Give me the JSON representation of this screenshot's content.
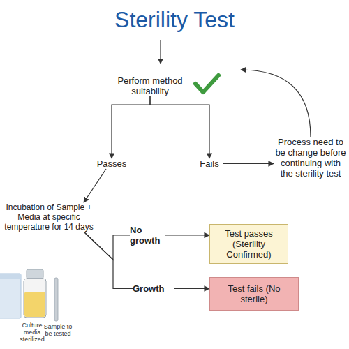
{
  "diagram": {
    "title": "Sterility Test",
    "nodes": [
      {
        "text": [
          "Perform method suitability"
        ]
      },
      {
        "text": [
          "Passes"
        ]
      },
      {
        "text": [
          "Fails"
        ]
      },
      {
        "text": [
          "Process need to be change before continuing with the sterility test"
        ]
      },
      {
        "text": [
          "Incubation of Sample + Media at specific temperature for 14 days"
        ]
      },
      {
        "text": [
          "No growth"
        ]
      },
      {
        "text": [
          "Growth"
        ]
      },
      {
        "text": [
          "Test passes (Sterility Confirmed)"
        ]
      },
      {
        "text": [
          "Test fails (No sterile)"
        ]
      }
    ],
    "edges": [
      {
        "from": 0,
        "to": 1,
        "arrow": "to"
      },
      {
        "from": 0,
        "to": 2,
        "arrow": "to"
      },
      {
        "from": 2,
        "to": 3,
        "arrow": "to"
      },
      {
        "from": 3,
        "to": 0,
        "arrow": "to"
      },
      {
        "from": 1,
        "to": 4,
        "arrow": "to"
      },
      {
        "from": 4,
        "to": 5,
        "arrow": "none"
      },
      {
        "from": 4,
        "to": 6,
        "arrow": "none"
      },
      {
        "from": 5,
        "to": 7,
        "arrow": "to"
      },
      {
        "from": 6,
        "to": 8,
        "arrow": "to"
      }
    ],
    "labels": [
      "Culture media sterilized",
      "Sample to be tested"
    ]
  }
}
